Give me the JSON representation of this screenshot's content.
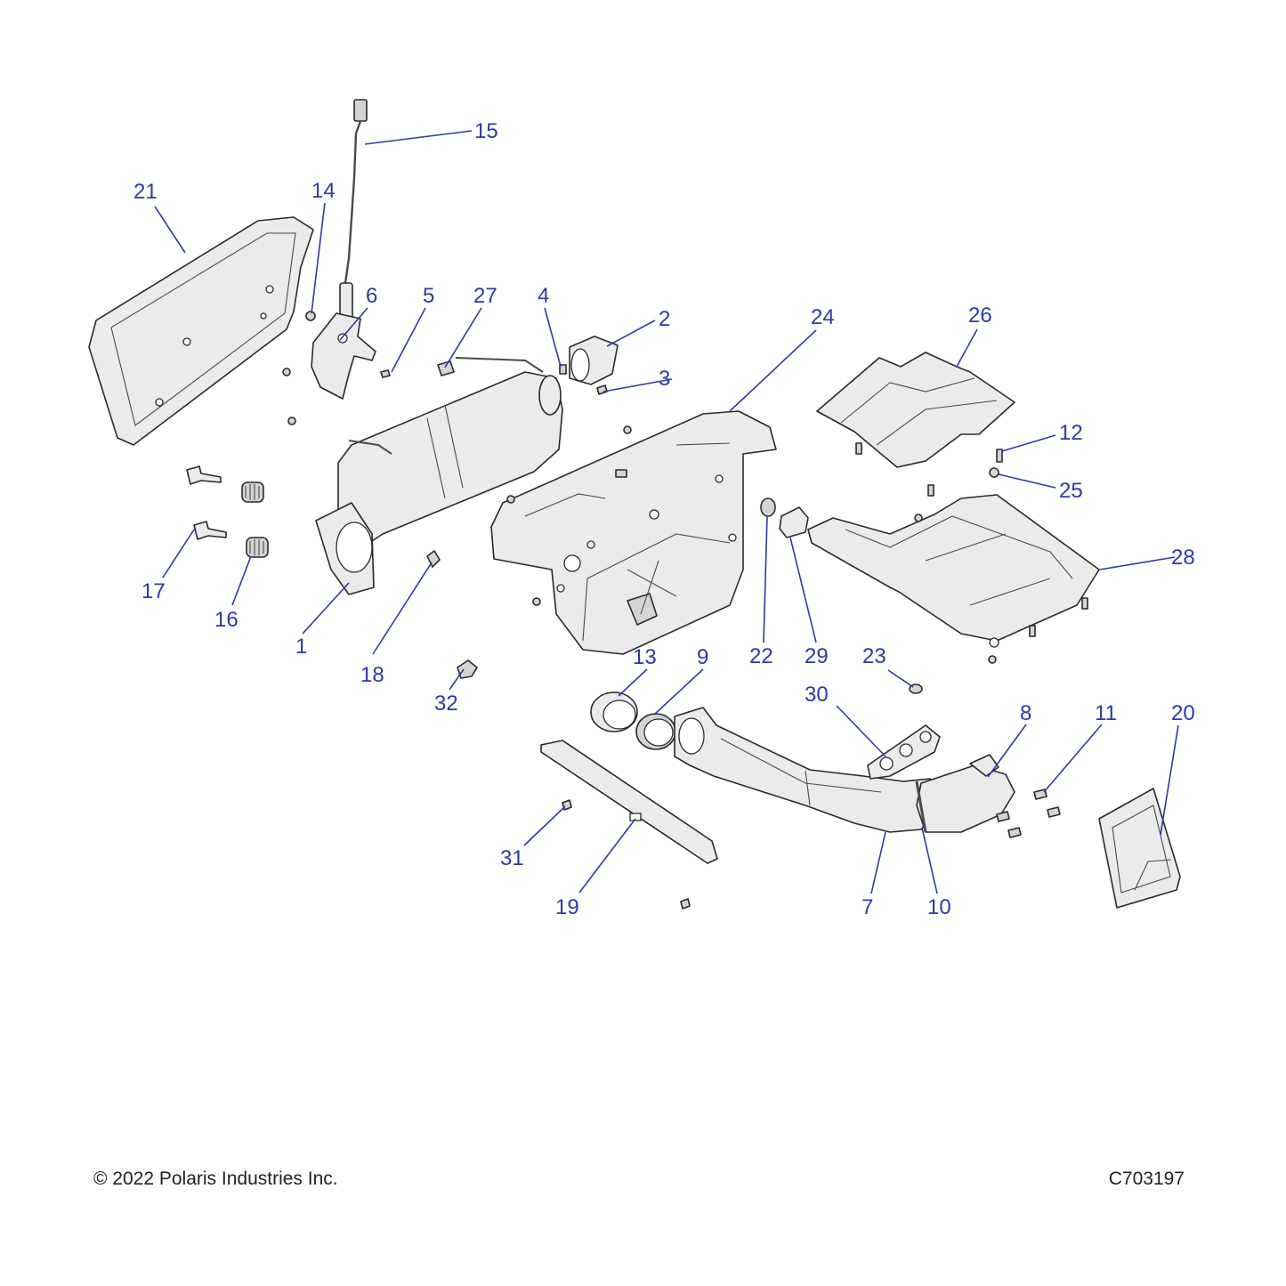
{
  "footer": {
    "copyright": "© 2022 Polaris Industries Inc.",
    "drawing_number": "C703197"
  },
  "callouts": [
    "1",
    "2",
    "3",
    "4",
    "5",
    "6",
    "7",
    "8",
    "9",
    "10",
    "11",
    "12",
    "13",
    "14",
    "15",
    "16",
    "17",
    "18",
    "19",
    "20",
    "21",
    "22",
    "23",
    "24",
    "25",
    "26",
    "27",
    "28",
    "29",
    "30",
    "31",
    "32"
  ],
  "colors": {
    "callout": "#2c3aa6",
    "line": "#2a2a2a",
    "fill": "#ebebeb"
  }
}
